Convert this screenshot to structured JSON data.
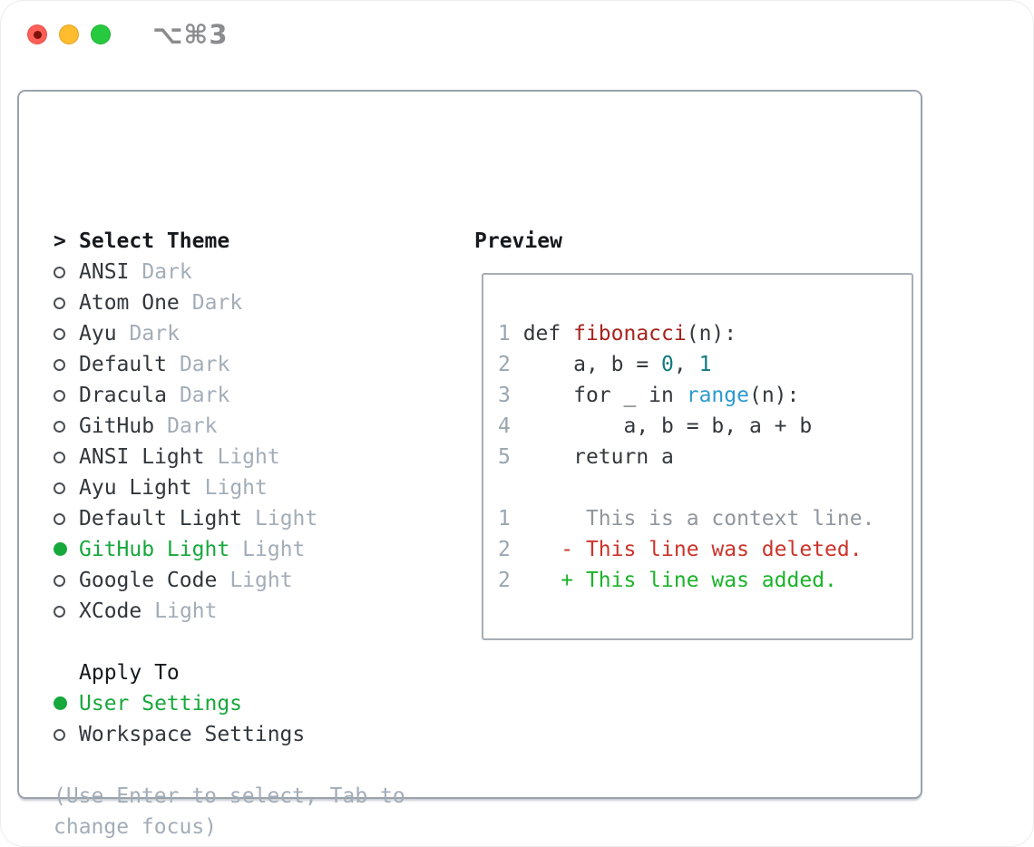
{
  "window": {
    "title": "⌥⌘3"
  },
  "traffic_lights": {
    "close": "#ff5f57",
    "minimize": "#febc2e",
    "zoom": "#27c93f"
  },
  "colors": {
    "panel_border": "#9aa2ac",
    "header_black": "#16191d",
    "text_dark": "#32373c",
    "muted": "#a3adb8",
    "radio_outline": "#4a4f55",
    "selected_green": "#17a83c",
    "line_number": "#9aa5b0",
    "code_default": "#33383d",
    "function_red": "#a8231d",
    "number_teal": "#117a80",
    "builtin_blue": "#2b9ad0",
    "context_gray": "#90969d",
    "deleted_red": "#cb342a",
    "added_green": "#1bb32a"
  },
  "theme_list": {
    "header_prefix": ">",
    "header": "Select Theme",
    "items": [
      {
        "name": "ANSI",
        "variant": "Dark",
        "selected": false
      },
      {
        "name": "Atom One",
        "variant": "Dark",
        "selected": false
      },
      {
        "name": "Ayu",
        "variant": "Dark",
        "selected": false
      },
      {
        "name": "Default",
        "variant": "Dark",
        "selected": false
      },
      {
        "name": "Dracula",
        "variant": "Dark",
        "selected": false
      },
      {
        "name": "GitHub",
        "variant": "Dark",
        "selected": false
      },
      {
        "name": "ANSI Light",
        "variant": "Light",
        "selected": false
      },
      {
        "name": "Ayu Light",
        "variant": "Light",
        "selected": false
      },
      {
        "name": "Default Light",
        "variant": "Light",
        "selected": false
      },
      {
        "name": "GitHub Light",
        "variant": "Light",
        "selected": true
      },
      {
        "name": "Google Code",
        "variant": "Light",
        "selected": false
      },
      {
        "name": "XCode",
        "variant": "Light",
        "selected": false
      }
    ]
  },
  "apply_to": {
    "header": "Apply To",
    "options": [
      {
        "label": "User Settings",
        "selected": true
      },
      {
        "label": "Workspace Settings",
        "selected": false
      }
    ]
  },
  "help_lines": [
    "(Use Enter to select, Tab to",
    "change focus)"
  ],
  "preview": {
    "header": "Preview",
    "lines": [
      [
        {
          "t": "1 ",
          "c": "ln"
        },
        {
          "t": "def ",
          "c": "code"
        },
        {
          "t": "fibonacci",
          "c": "fn"
        },
        {
          "t": "(n):",
          "c": "code"
        }
      ],
      [
        {
          "t": "2 ",
          "c": "ln"
        },
        {
          "t": "    a, b = ",
          "c": "code"
        },
        {
          "t": "0",
          "c": "num"
        },
        {
          "t": ", ",
          "c": "code"
        },
        {
          "t": "1",
          "c": "num"
        }
      ],
      [
        {
          "t": "3 ",
          "c": "ln"
        },
        {
          "t": "    for _ in ",
          "c": "code"
        },
        {
          "t": "range",
          "c": "builtin"
        },
        {
          "t": "(n):",
          "c": "code"
        }
      ],
      [
        {
          "t": "4 ",
          "c": "ln"
        },
        {
          "t": "        a, b = b, a + b",
          "c": "code"
        }
      ],
      [
        {
          "t": "5 ",
          "c": "ln"
        },
        {
          "t": "    return a",
          "c": "code"
        }
      ],
      [],
      [
        {
          "t": "1",
          "c": "ln"
        },
        {
          "t": "      This is a context line.",
          "c": "ctx"
        }
      ],
      [
        {
          "t": "2",
          "c": "ln"
        },
        {
          "t": "    - This line was deleted.",
          "c": "del"
        }
      ],
      [
        {
          "t": "2",
          "c": "ln"
        },
        {
          "t": "    + This line was added.",
          "c": "add"
        }
      ]
    ]
  }
}
